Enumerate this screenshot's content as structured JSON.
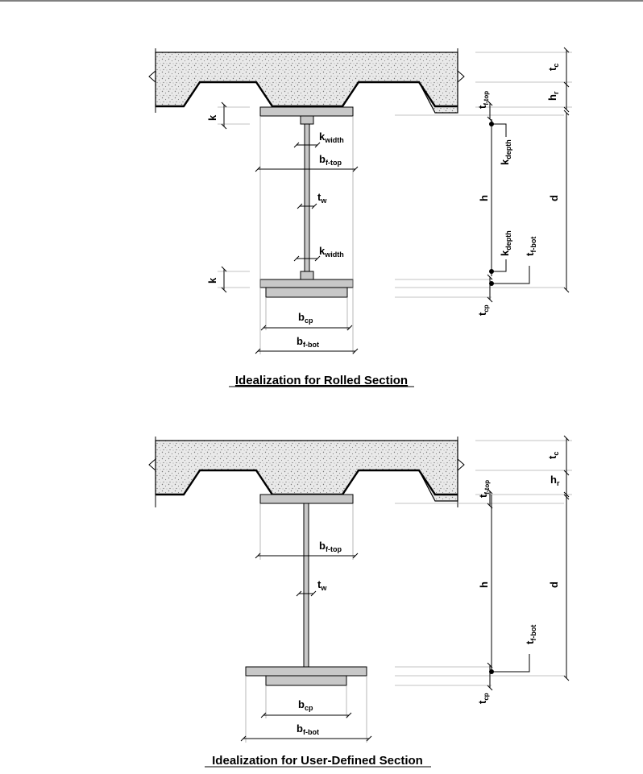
{
  "colors": {
    "ink": "#000000",
    "steel": "#c8c8c8",
    "concrete": "#e9e9e9"
  },
  "rolled": {
    "caption": "Idealization for Rolled Section",
    "labels": {
      "tc": {
        "main": "t",
        "sub": "c"
      },
      "hr": {
        "main": "h",
        "sub": "r"
      },
      "tf_top": {
        "main": "t",
        "sub": "f-top"
      },
      "k_top": {
        "main": "k",
        "sub": ""
      },
      "k_bot": {
        "main": "k",
        "sub": ""
      },
      "kwidth_top": {
        "main": "k",
        "sub": "width"
      },
      "kwidth_bot": {
        "main": "k",
        "sub": "width"
      },
      "bf_top": {
        "main": "b",
        "sub": "f-top"
      },
      "tw": {
        "main": "t",
        "sub": "w"
      },
      "h": {
        "main": "h",
        "sub": ""
      },
      "d": {
        "main": "d",
        "sub": ""
      },
      "kdepth_top": {
        "main": "k",
        "sub": "depth"
      },
      "kdepth_bot": {
        "main": "k",
        "sub": "depth"
      },
      "tf_bot": {
        "main": "t",
        "sub": "f-bot"
      },
      "tcp": {
        "main": "t",
        "sub": "cp"
      },
      "bcp": {
        "main": "b",
        "sub": "cp"
      },
      "bf_bot": {
        "main": "b",
        "sub": "f-bot"
      }
    }
  },
  "user": {
    "caption": "Idealization for User-Defined Section",
    "labels": {
      "tc": {
        "main": "t",
        "sub": "c"
      },
      "hr": {
        "main": "h",
        "sub": "r"
      },
      "tf_top": {
        "main": "t",
        "sub": "f-top"
      },
      "bf_top": {
        "main": "b",
        "sub": "f-top"
      },
      "tw": {
        "main": "t",
        "sub": "w"
      },
      "h": {
        "main": "h",
        "sub": ""
      },
      "d": {
        "main": "d",
        "sub": ""
      },
      "tf_bot": {
        "main": "t",
        "sub": "f-bot"
      },
      "tcp": {
        "main": "t",
        "sub": "cp"
      },
      "bcp": {
        "main": "b",
        "sub": "cp"
      },
      "bf_bot": {
        "main": "b",
        "sub": "f-bot"
      }
    }
  }
}
